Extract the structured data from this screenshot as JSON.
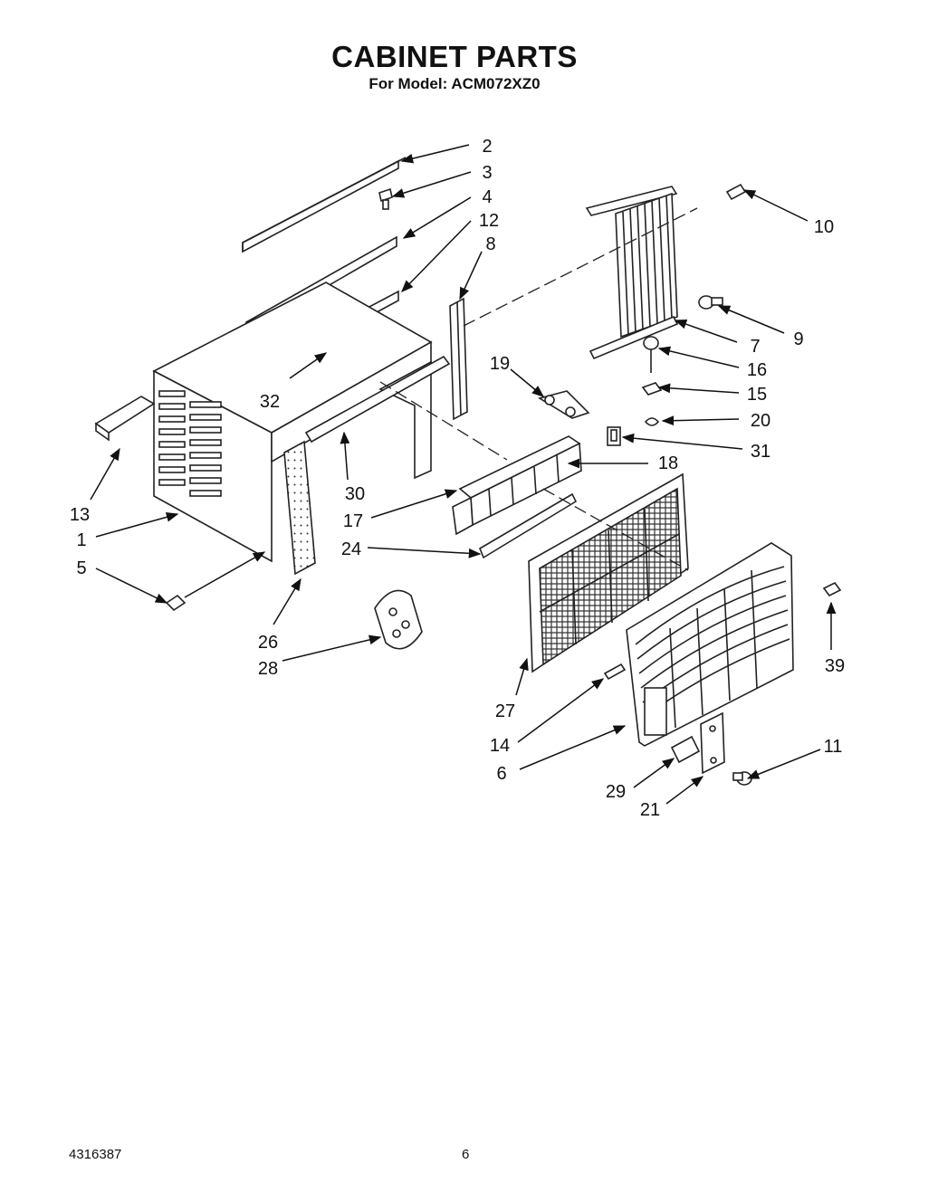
{
  "header": {
    "title": "CABINET PARTS",
    "subtitle": "For Model: ACM072XZ0"
  },
  "footer": {
    "doc_number": "4316387",
    "page_number": "6"
  },
  "callouts": [
    {
      "id": "c2",
      "label": "2"
    },
    {
      "id": "c3",
      "label": "3"
    },
    {
      "id": "c4",
      "label": "4"
    },
    {
      "id": "c12",
      "label": "12"
    },
    {
      "id": "c8",
      "label": "8"
    },
    {
      "id": "c10",
      "label": "10"
    },
    {
      "id": "c9",
      "label": "9"
    },
    {
      "id": "c7",
      "label": "7"
    },
    {
      "id": "c16",
      "label": "16"
    },
    {
      "id": "c15",
      "label": "15"
    },
    {
      "id": "c20",
      "label": "20"
    },
    {
      "id": "c31",
      "label": "31"
    },
    {
      "id": "c19",
      "label": "19"
    },
    {
      "id": "c18",
      "label": "18"
    },
    {
      "id": "c32",
      "label": "32"
    },
    {
      "id": "c30",
      "label": "30"
    },
    {
      "id": "c17",
      "label": "17"
    },
    {
      "id": "c24",
      "label": "24"
    },
    {
      "id": "c13",
      "label": "13"
    },
    {
      "id": "c1",
      "label": "1"
    },
    {
      "id": "c5",
      "label": "5"
    },
    {
      "id": "c26",
      "label": "26"
    },
    {
      "id": "c28",
      "label": "28"
    },
    {
      "id": "c27",
      "label": "27"
    },
    {
      "id": "c39",
      "label": "39"
    },
    {
      "id": "c14",
      "label": "14"
    },
    {
      "id": "c6",
      "label": "6"
    },
    {
      "id": "c11",
      "label": "11"
    },
    {
      "id": "c29",
      "label": "29"
    },
    {
      "id": "c21",
      "label": "21"
    }
  ]
}
